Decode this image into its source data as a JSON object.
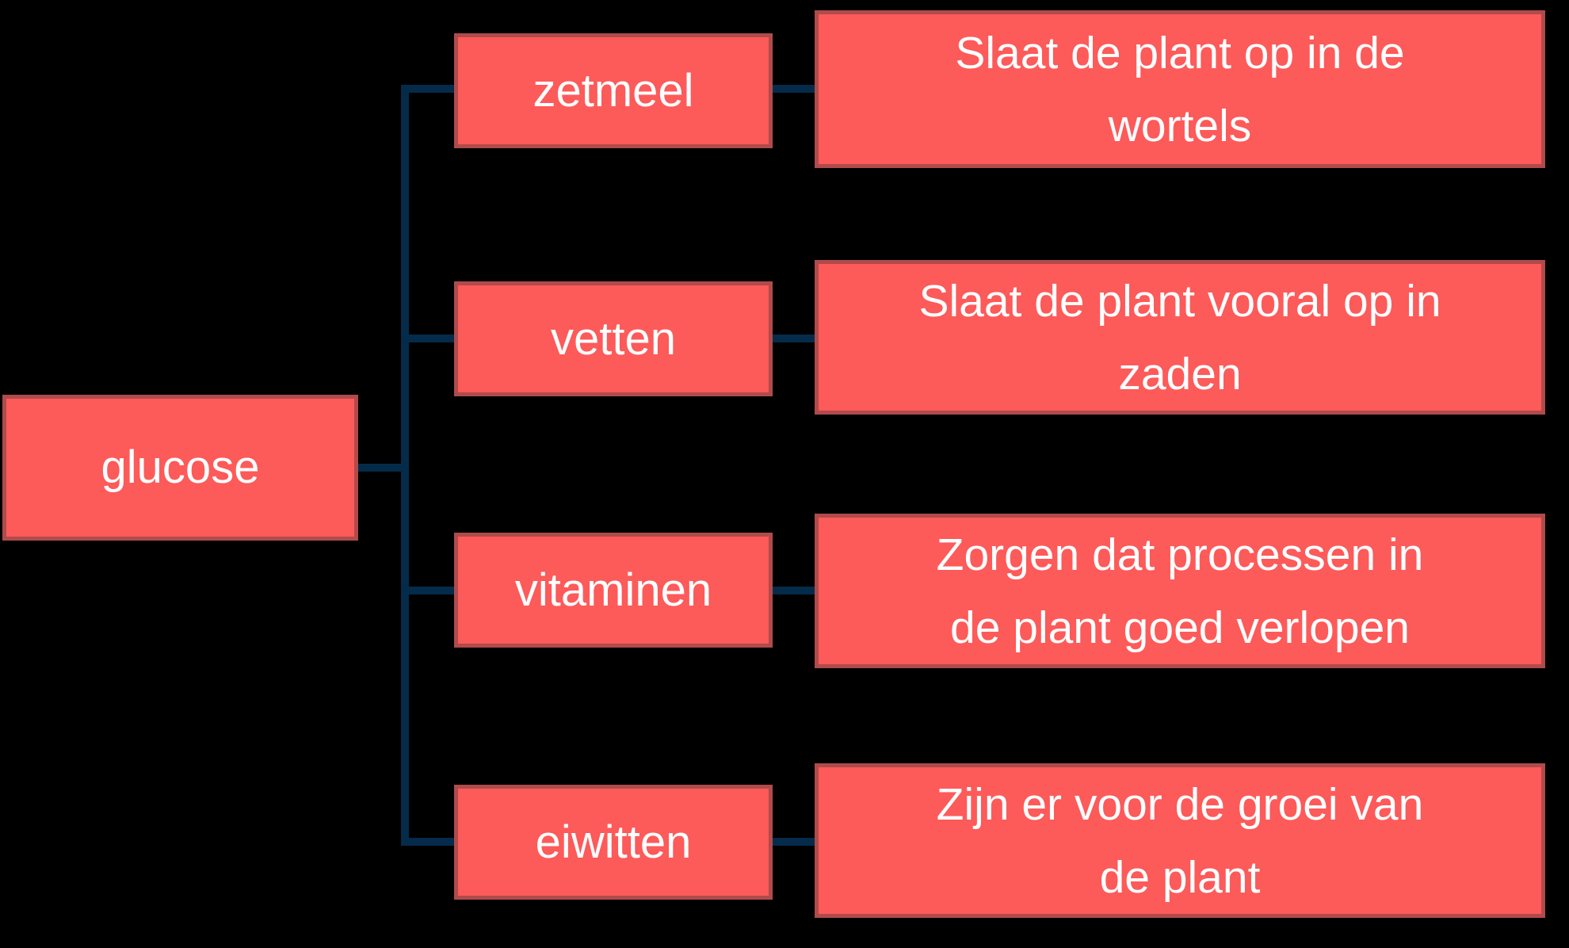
{
  "diagram": {
    "title": "glucose products mind map",
    "colors": {
      "background": "#000000",
      "box_fill": "#FD5A5A",
      "box_border": "#B04B4B",
      "connector": "#052B4A",
      "text": "#FFFFFF"
    },
    "root": {
      "label": "glucose"
    },
    "branches": [
      {
        "label": "zetmeel",
        "description": "Slaat de plant op in de\nwortels"
      },
      {
        "label": "vetten",
        "description": "Slaat de plant vooral op in\nzaden"
      },
      {
        "label": "vitaminen",
        "description": "Zorgen dat processen in\nde plant goed verlopen"
      },
      {
        "label": "eiwitten",
        "description": "Zijn er voor de groei van\nde plant"
      }
    ]
  }
}
